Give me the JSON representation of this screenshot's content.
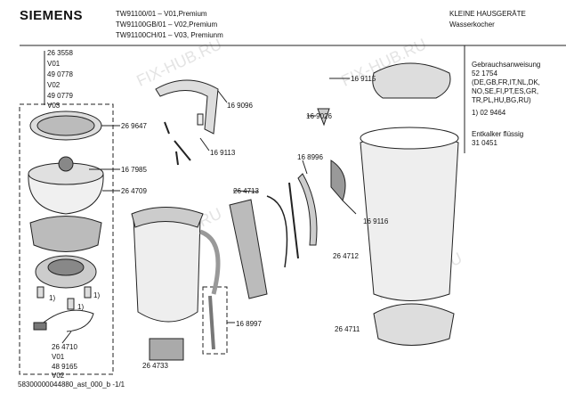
{
  "brand": "SIEMENS",
  "models": [
    "TW91100/01      – V01,Premium",
    "TW91100GB/01 – V02,Premium",
    "TW91100CH/01 – V03, Premiunm"
  ],
  "category": [
    "KLEINE HAUSGERÄTE",
    "Wasserkocher"
  ],
  "left_column": [
    "26 3558",
    "V01",
    "49 0778",
    "V02",
    "49 0779",
    "V03"
  ],
  "parts": {
    "p269647": "26 9647",
    "p167985": "16 7985",
    "p264709": "26 4709",
    "p169096": "16 9096",
    "p169113": "16 9113",
    "p168996": "16 8996",
    "p264713": "26 4713",
    "p169115": "16 9115",
    "p169026": "16 9026",
    "p169116": "16 9116",
    "p264712": "26 4712",
    "p264711": "26 4711",
    "p168997": "16 8997",
    "p264733": "26 4733"
  },
  "cord": [
    "26 4710",
    "V01",
    "48 9165",
    "V02"
  ],
  "footnote_marker": "1)",
  "info": [
    "Gebrauchsanweisung",
    "52 1754",
    "(DE,GB,FR,IT,NL,DK,",
    "NO,SE,FI,PT,ES,GR,",
    "TR,PL,HU,BG,RU)",
    "1)  02 9464",
    "Entkalker flüssig",
    "31 0451"
  ],
  "footer": "58300000044880_ast_000_b -1/1",
  "watermark": "FIX-HUB.RU"
}
